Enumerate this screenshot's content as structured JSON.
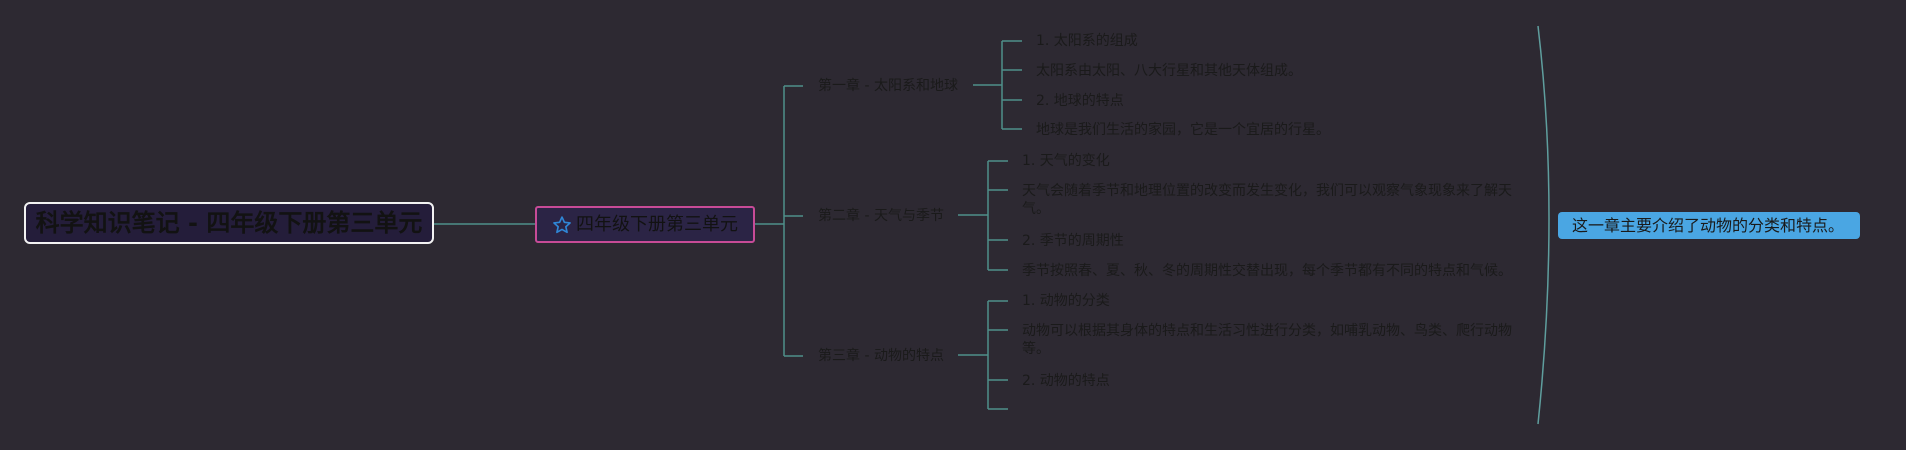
{
  "root": {
    "label": "科学知识笔记 - 四年级下册第三单元"
  },
  "unit": {
    "label": "四年级下册第三单元",
    "icon": "star-icon"
  },
  "chapters": [
    {
      "title": "第一章 - 太阳系和地球",
      "items": [
        "1. 太阳系的组成",
        "太阳系由太阳、八大行星和其他天体组成。",
        "2. 地球的特点",
        "地球是我们生活的家园，它是一个宜居的行星。"
      ]
    },
    {
      "title": "第二章 - 天气与季节",
      "items": [
        "1. 天气的变化",
        "天气会随着季节和地理位置的改变而发生变化，我们可以观察气象现象来了解天气。",
        "2. 季节的周期性",
        "季节按照春、夏、秋、冬的周期性交替出现，每个季节都有不同的特点和气候。"
      ]
    },
    {
      "title": "第三章 - 动物的特点",
      "items": [
        "1. 动物的分类",
        "动物可以根据其身体的特点和生活习性进行分类，如哺乳动物、鸟类、爬行动物等。",
        "2. 动物的特点",
        ""
      ]
    }
  ],
  "summary": {
    "label": "这一章主要介绍了动物的分类和特点。"
  },
  "colors": {
    "background": "#2d2932",
    "link": "#4f8f8a",
    "unit_border": "#c74b97",
    "summary_bg": "#4aa6e3",
    "bracket": "#5f9e9e"
  }
}
